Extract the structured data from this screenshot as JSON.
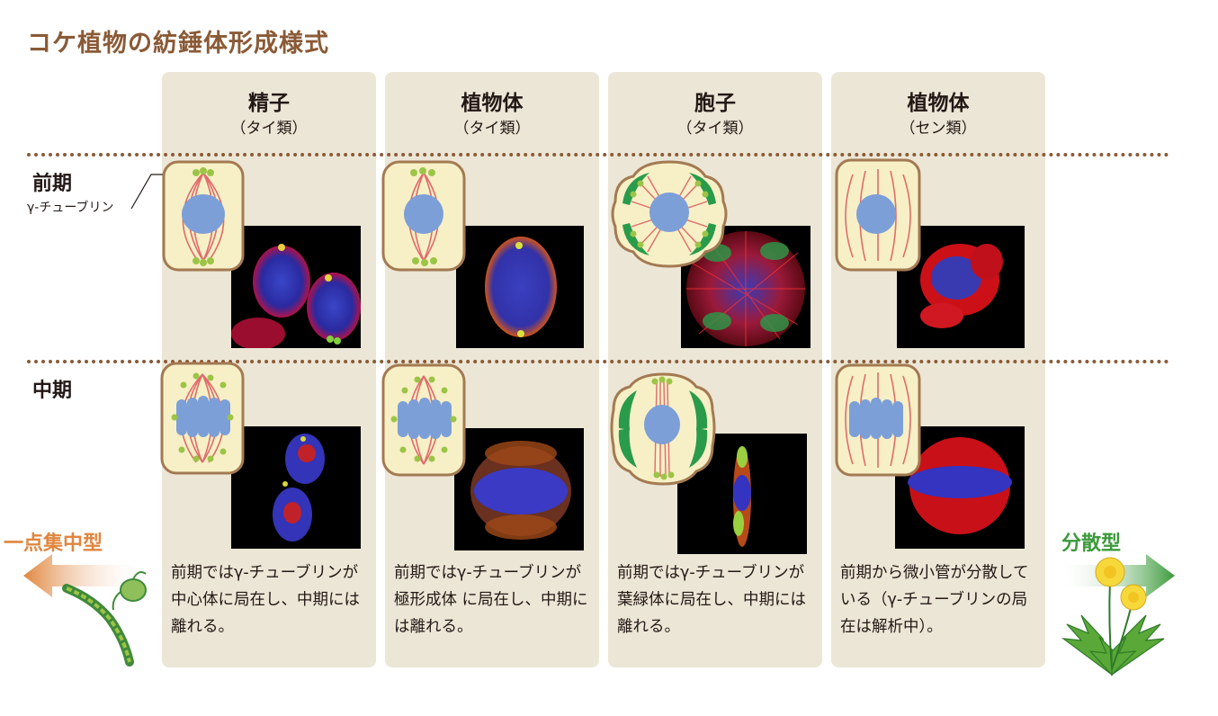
{
  "title": "コケ植物の紡錘体形成様式",
  "columns": [
    {
      "name": "精子",
      "sub": "（タイ類）",
      "desc": "前期ではγ-チューブリンが中心体に局在し、中期には離れる。"
    },
    {
      "name": "植物体",
      "sub": "（タイ類）",
      "desc": "前期ではγ-チューブリンが極形成体 に局在し、中期には離れる。"
    },
    {
      "name": "胞子",
      "sub": "（タイ類）",
      "desc": "前期ではγ-チューブリンが葉緑体に局在し、中期には離れる。"
    },
    {
      "name": "植物体",
      "sub": "（セン類）",
      "desc": "前期から微小管が分散している（γ-チューブリンの局在は解析中）。"
    }
  ],
  "rows": {
    "prophase": "前期",
    "metaphase": "中期"
  },
  "gamma_label": "γ-チューブリン",
  "left_type": "一点集中型",
  "right_type": "分散型",
  "colors": {
    "panel": "#ece6d6",
    "title": "#8a5a36",
    "left_accent": "#e0863e",
    "right_accent": "#3b9a3b",
    "cell_fill": "#f7f0c6",
    "cell_border": "#a37a52",
    "nucleus": "#7c9fd8",
    "microtubule": "#e06b6b",
    "gamma_tubulin": "#9cc447",
    "chloroplast": "#2a9b4a"
  },
  "icons": {
    "left_arrow": "arrow-left-icon",
    "right_arrow": "arrow-right-icon",
    "moss": "moss-protonema-icon",
    "dandelion": "dandelion-icon"
  }
}
